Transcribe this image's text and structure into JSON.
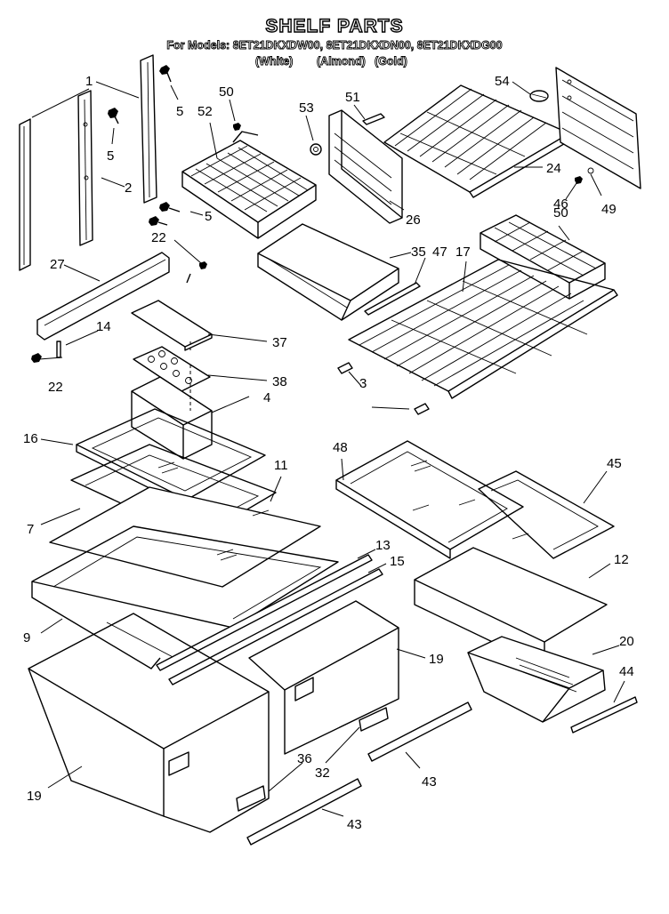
{
  "title": "SHELF PARTS",
  "models_line": "For Models: 8ET21DKXDW00, 8ET21DKXDN00, 8ET21DKXDG00",
  "variants": [
    "(White)",
    "(Almond)",
    "(Gold)"
  ],
  "labels": {
    "p1": "1",
    "p2": "2",
    "p3": "3",
    "p4": "4",
    "p5a": "5",
    "p5b": "5",
    "p5c": "5",
    "p7": "7",
    "p9": "9",
    "p11": "11",
    "p12": "12",
    "p13": "13",
    "p14": "14",
    "p15": "15",
    "p16": "16",
    "p17": "17",
    "p19a": "19",
    "p19b": "19",
    "p20": "20",
    "p22a": "22",
    "p22b": "22",
    "p24": "24",
    "p26": "26",
    "p27": "27",
    "p32": "32",
    "p35": "35",
    "p36": "36",
    "p37": "37",
    "p38": "38",
    "p43a": "43",
    "p43b": "43",
    "p44": "44",
    "p45": "45",
    "p46": "46",
    "p47": "47",
    "p48": "48",
    "p49": "49",
    "p50a": "50",
    "p50b": "50",
    "p51": "51",
    "p52": "52",
    "p53": "53",
    "p54": "54"
  }
}
